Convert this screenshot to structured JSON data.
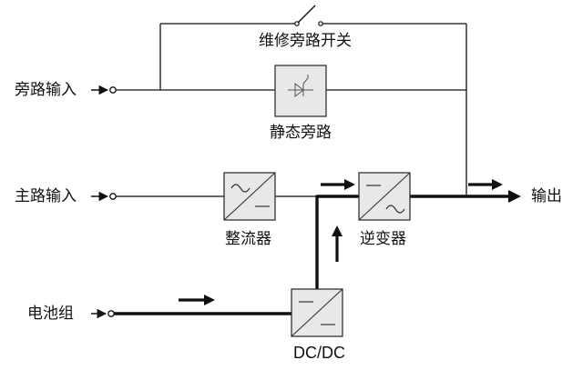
{
  "labels": {
    "bypass_input": "旁路输入",
    "main_input": "主路输入",
    "battery": "电池组",
    "maintenance_bypass_switch": "维修旁路开关",
    "static_bypass": "静态旁路",
    "rectifier": "整流器",
    "inverter": "逆变器",
    "dcdc": "DC/DC",
    "output": "输出"
  },
  "colors": {
    "line": "#111111",
    "box_fill": "#e8e8e8",
    "box_stroke": "#333333"
  }
}
